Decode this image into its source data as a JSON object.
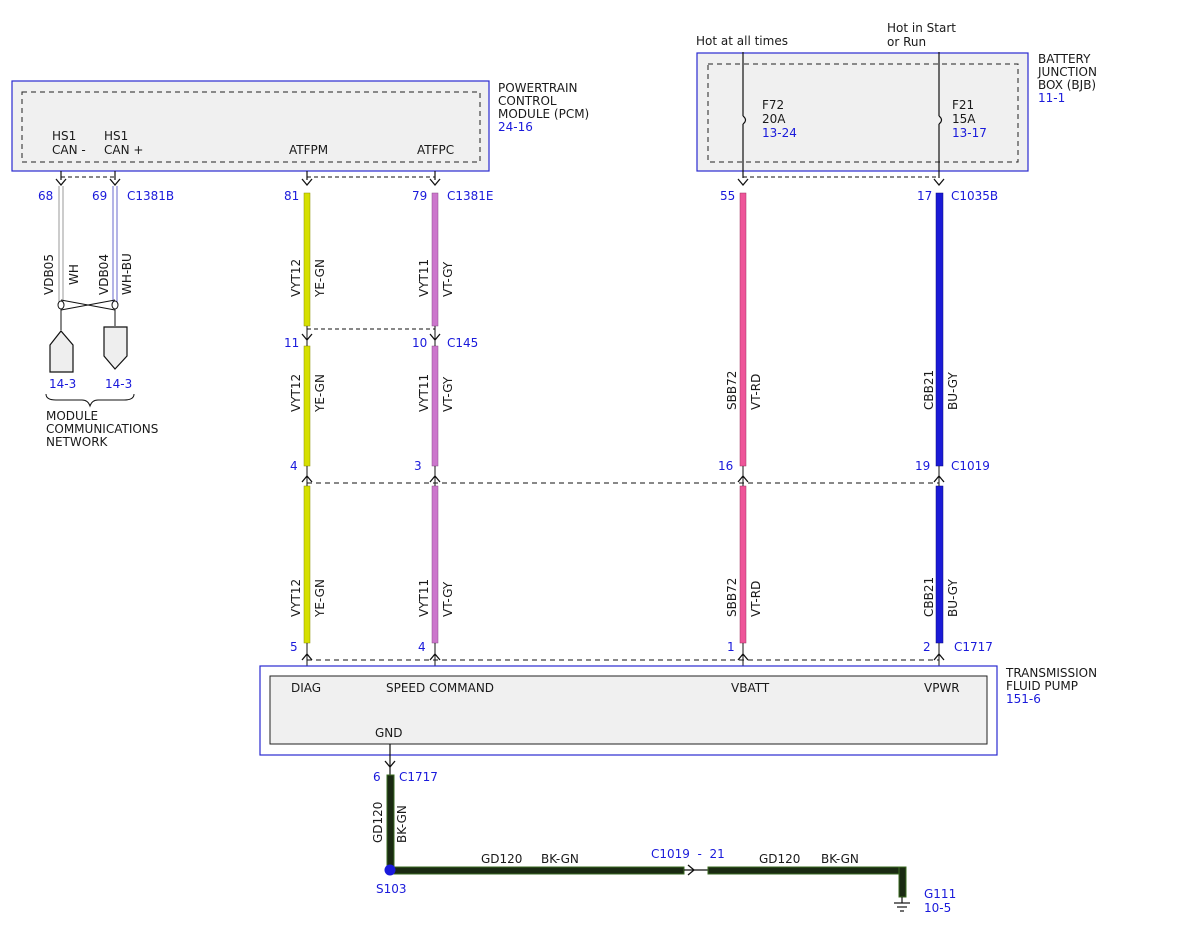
{
  "title_labels": {
    "hot_at_all_times": "Hot at all times",
    "hot_in_start_1": "Hot in Start",
    "hot_in_start_2": "or Run"
  },
  "pcm": {
    "name_lines": [
      "POWERTRAIN",
      "CONTROL",
      "MODULE (PCM)"
    ],
    "ref": "24-16",
    "hs1_left_1": "HS1",
    "hs1_left_2": "CAN -",
    "hs1_right_1": "HS1",
    "hs1_right_2": "CAN +",
    "atfpm": "ATFPM",
    "atfpc": "ATFPC"
  },
  "bjb": {
    "name_lines": [
      "BATTERY",
      "JUNCTION",
      "BOX (BJB)"
    ],
    "ref": "11-1",
    "fuse1": {
      "name": "F72",
      "rating": "20A",
      "ref": "13-24"
    },
    "fuse2": {
      "name": "F21",
      "rating": "15A",
      "ref": "13-17"
    }
  },
  "pump": {
    "name_lines": [
      "TRANSMISSION",
      "FLUID PUMP"
    ],
    "ref": "151-6",
    "pins": {
      "diag": "DIAG",
      "speed": "SPEED COMMAND",
      "vbatt": "VBATT",
      "vpwr": "VPWR",
      "gnd": "GND"
    }
  },
  "connectors": {
    "c1381b": "C1381B",
    "c1381e": "C1381E",
    "c1035b": "C1035B",
    "c145": "C145",
    "c1019": "C1019",
    "c1717_top": "C1717",
    "c1717_bottom": "C1717",
    "c1019_21": "C1019  -  21"
  },
  "pins": {
    "p68": "68",
    "p69": "69",
    "p81": "81",
    "p79": "79",
    "p55": "55",
    "p17": "17",
    "p11": "11",
    "p10": "10",
    "p4a": "4",
    "p3": "3",
    "p16": "16",
    "p19": "19",
    "p5": "5",
    "p4b": "4",
    "p1": "1",
    "p2": "2",
    "p6": "6"
  },
  "wires": {
    "vdb05": "VDB05",
    "wh": "WH",
    "vdb04": "VDB04",
    "whbu": "WH-BU",
    "vyt12": "VYT12",
    "yegn": "YE-GN",
    "vyt11": "VYT11",
    "vtgy": "VT-GY",
    "sbb72": "SBB72",
    "vtrd": "VT-RD",
    "cbb21": "CBB21",
    "bugy": "BU-GY",
    "gd120": "GD120",
    "bkgn": "BK-GN"
  },
  "network": {
    "ref1": "14-3",
    "ref2": "14-3",
    "lines": [
      "MODULE",
      "COMMUNICATIONS",
      "NETWORK"
    ]
  },
  "splice": {
    "name": "S103"
  },
  "ground": {
    "name": "G111",
    "ref": "10-5"
  },
  "colors": {
    "box_border": "#2a2ad0",
    "blue_text": "#1a1adb",
    "ye_gn": "#d6e000",
    "vt_gy": "#cc77cc",
    "vt_rd": "#ee5599",
    "bu_gy": "#1a1ad6",
    "bk_gn": "#1a2a12",
    "wh": "#aaaaaa",
    "wh_bu": "#7a7acc"
  }
}
